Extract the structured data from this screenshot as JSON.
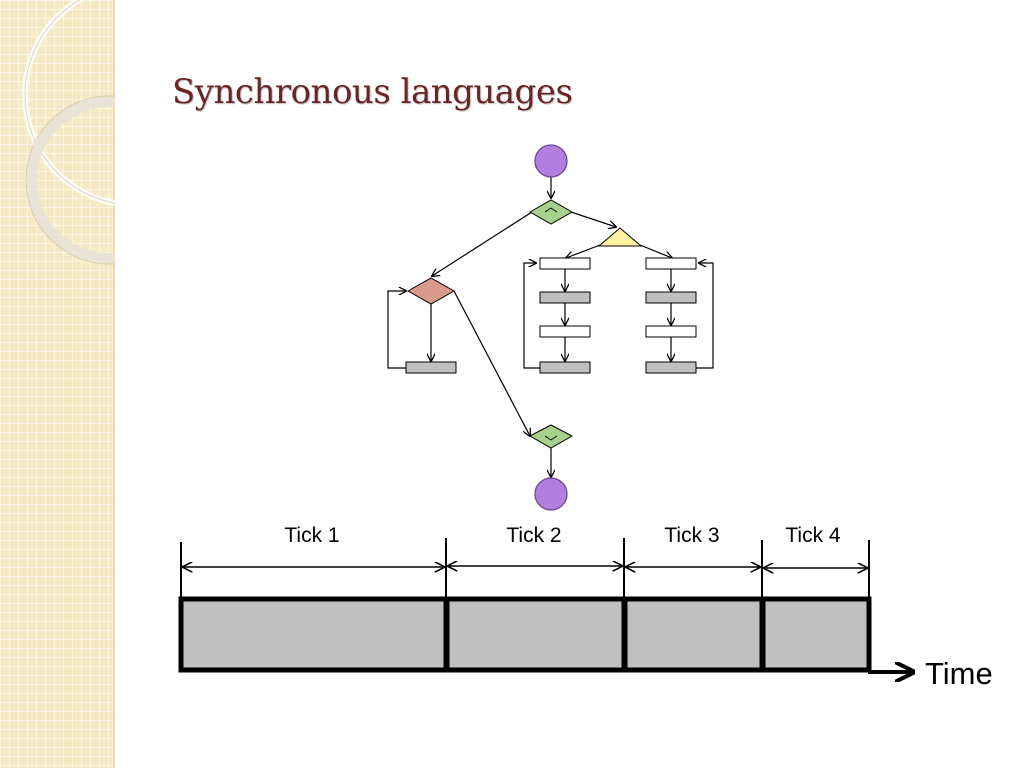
{
  "slide": {
    "title": "Synchronous languages"
  },
  "timeline": {
    "ticks": [
      {
        "label": "Tick 1"
      },
      {
        "label": "Tick 2"
      },
      {
        "label": "Tick 3"
      },
      {
        "label": "Tick 4"
      }
    ],
    "axis_label": "Time"
  },
  "colors": {
    "title": "#6b2424",
    "start_end_node": "#b27ee0",
    "decision_green": "#a9d18e",
    "decision_red": "#d99a8a",
    "fork_yellow": "#fff2a0",
    "process_gray": "#c0c0c0",
    "tick_block": "#c0c0c0"
  },
  "icons": {
    "start_node": "purple-circle",
    "end_node": "purple-circle",
    "decision": "diamond",
    "fork": "triangle"
  }
}
